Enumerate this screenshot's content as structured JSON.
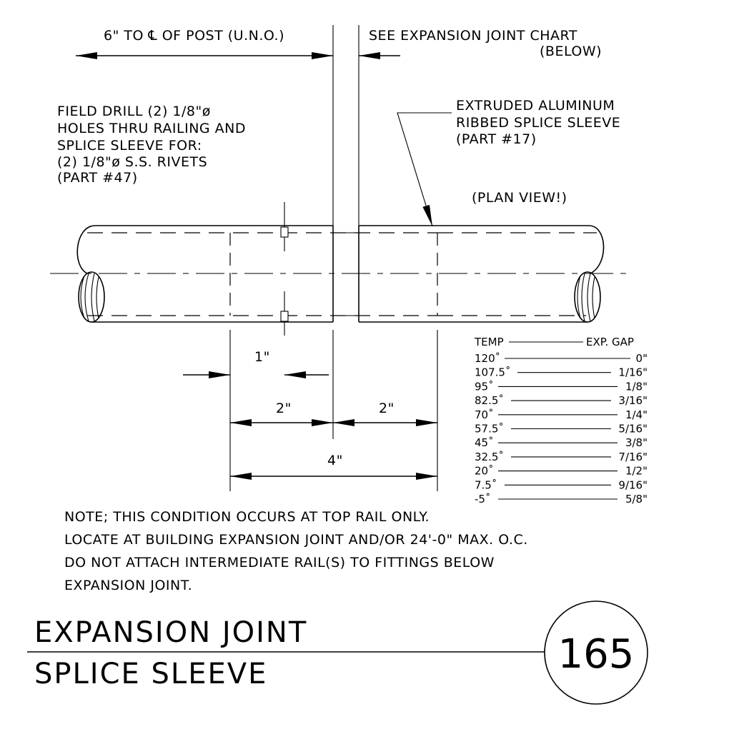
{
  "dims": {
    "top_left": "6\" TO ℄ OF POST (U.N.O.)",
    "top_right_1": "SEE EXPANSION JOINT CHART",
    "top_right_2": "(BELOW)",
    "d1": "1\"",
    "d2a": "2\"",
    "d2b": "2\"",
    "d4": "4\""
  },
  "callouts": {
    "drill": [
      "FIELD DRILL (2) 1/8\"ø",
      "HOLES THRU RAILING AND",
      "SPLICE SLEEVE FOR:",
      "(2) 1/8\"ø S.S. RIVETS",
      "(PART #47)"
    ],
    "sleeve": [
      "EXTRUDED ALUMINUM",
      "RIBBED SPLICE SLEEVE",
      "(PART #17)"
    ],
    "view": "(PLAN VIEW!)"
  },
  "chart": {
    "header_temp": "TEMP",
    "header_gap": "EXP. GAP",
    "rows": [
      {
        "temp": "120˚",
        "gap": "0\""
      },
      {
        "temp": "107.5˚",
        "gap": "1/16\""
      },
      {
        "temp": "95˚",
        "gap": "1/8\""
      },
      {
        "temp": "82.5˚",
        "gap": "3/16\""
      },
      {
        "temp": "70˚",
        "gap": "1/4\""
      },
      {
        "temp": "57.5˚",
        "gap": "5/16\""
      },
      {
        "temp": "45˚",
        "gap": "3/8\""
      },
      {
        "temp": "32.5˚",
        "gap": "7/16\""
      },
      {
        "temp": "20˚",
        "gap": "1/2\""
      },
      {
        "temp": "7.5˚",
        "gap": "9/16\""
      },
      {
        "temp": "-5˚",
        "gap": "5/8\""
      }
    ]
  },
  "notes": [
    "NOTE; THIS CONDITION OCCURS AT TOP RAIL ONLY.",
    "LOCATE AT BUILDING EXPANSION JOINT AND/OR 24'-0\" MAX. O.C.",
    "DO NOT ATTACH INTERMEDIATE RAIL(S) TO FITTINGS BELOW",
    "EXPANSION JOINT."
  ],
  "title": {
    "line1": "EXPANSION JOINT",
    "line2": "SPLICE SLEEVE",
    "number": "165"
  }
}
